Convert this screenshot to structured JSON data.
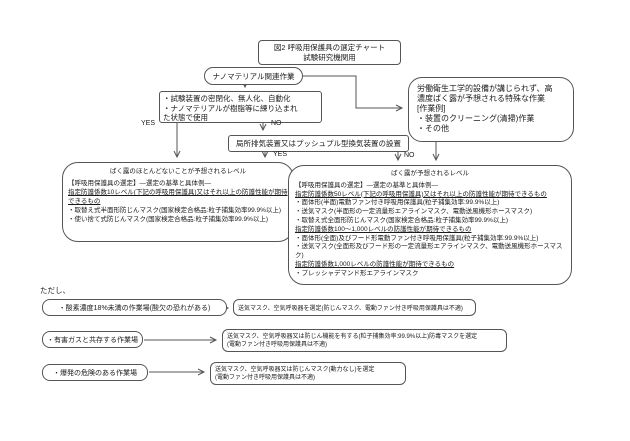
{
  "diagram": {
    "colors": {
      "line": "#555555",
      "text": "#1a1a1a",
      "background": "#ffffff"
    },
    "title_box": {
      "line1": "図2 呼吸用保護具の選定チャート",
      "line2": "試験研究機関用"
    },
    "start": {
      "label": "ナノマテリアル関連作業"
    },
    "containment": {
      "lines": [
        "・試験装置の密閉化、無人化、自動化",
        "・ナノマテリアルが樹脂等に練り込まれ",
        "た状態で使用"
      ]
    },
    "special_work": {
      "lines": [
        "労働衛生工学的設備が講じられず、高",
        "濃度ばく露が予想される特殊な作業",
        "[作業例]",
        "・装置のクリーニング(清掃)作業",
        "・その他"
      ]
    },
    "ventilation": {
      "label": "局所排気装置又はプッシュプル型換気装置の設置"
    },
    "branch": {
      "yes": "YES",
      "no": "NO"
    },
    "low_exposure": {
      "title": "ばく露のほとんどないことが予想されるレベル",
      "header": "【呼吸用保護具の選定】―選定の基準と具体例―",
      "criteria_10": "指定防護係数10レベル(下記の呼吸用保護具)又はそれ以上の防護性能が期待できるもの",
      "items": [
        "・取替え式半面形防じんマスク(国家検定合格品:粒子捕集効率99.9%以上)",
        "・使い捨て式防じんマスク(国家検定合格品:粒子捕集効率99.9%以上)"
      ]
    },
    "expected_exposure": {
      "title": "ばく露が予想されるレベル",
      "header": "【呼吸用保護具の選定】―選定の基準と具体例―",
      "criteria_50": "指定防護係数50レベル(下記の呼吸用保護具)又はそれ以上の防護性能が期待できるもの",
      "items_50": [
        "・面体形(半面)電動ファン付き呼吸用保護具(粒子捕集効率:99.9%以上)",
        "・送気マスク(半面形の一定流量形エアラインマスク、電動送風機形ホースマスク)",
        "・取替え式全面形防じんマスク(国家検定合格品:粒子捕集効率99.9%以上)"
      ],
      "criteria_100_1000": "指定防護係数100〜1,000レベルの防護性能が期待できるもの",
      "items_100_1000": [
        "・面体形(全面)及びフード形電動ファン付き呼吸用保護具(粒子捕集効率:99.9%以上)",
        "・送気マスク(全面形及びフード形の一定流量形エアラインマスク、電動送風機形ホースマスク)"
      ],
      "criteria_1000": "指定防護係数1,000レベルの防護性能が期待できるもの",
      "items_1000": [
        "・プレッシャデマンド形エアラインマスク"
      ]
    },
    "proviso": {
      "label": "ただし、",
      "rows": [
        {
          "condition": "・酸素濃度18%未満の作業場(酸欠の恐れがある)",
          "result_line1": "送気マスク、空気呼吸器を選定(防じんマスク、電動ファン付き呼吸用保護具は不適)",
          "result_line2": ""
        },
        {
          "condition": "・有害ガスと共存する作業場",
          "result_line1": "送気マスク、空気呼吸器又は防じん機能を有する(粒子捕集効率:99.9%以上)防毒マスクを選定",
          "result_line2": "(電動ファン付き呼吸用保護具は不適)"
        },
        {
          "condition": "・爆発の危険のある作業場",
          "result_line1": "送気マスク、空気呼吸器又は防じんマスク(動力なし)を選定",
          "result_line2": "(電動ファン付き呼吸用保護具は不適)"
        }
      ]
    }
  }
}
